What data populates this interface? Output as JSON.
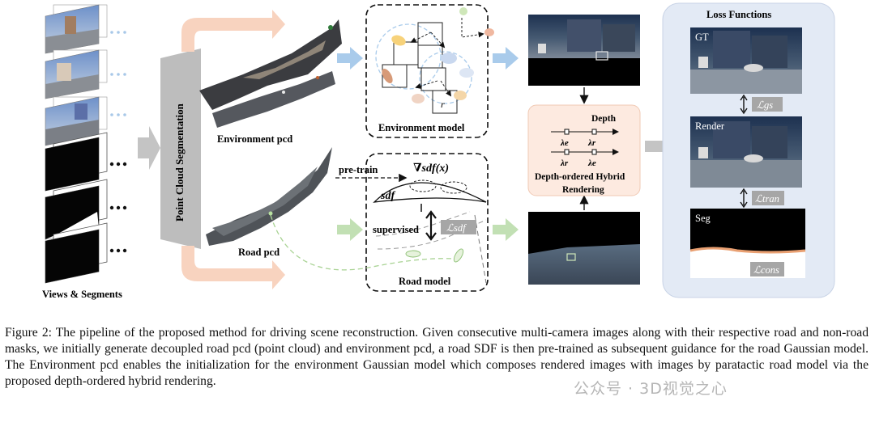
{
  "figure": {
    "views_label": "Views & Segments",
    "segmentation_label": "Point Cloud Segmentation",
    "env_pcd_label": "Environment pcd",
    "road_pcd_label": "Road pcd",
    "env_model_label": "Environment model",
    "road_model_label": "Road model",
    "r_label": "r",
    "pretrain_label": "pre-train",
    "grad_sdf_label": "∇sdf(x)",
    "sdf_label": "sdf",
    "supervised_label": "supervised",
    "l_sdf": "ℒsdf",
    "depth_label": "Depth",
    "lambda_e": "λe",
    "lambda_r": "λr",
    "hybrid_label_1": "Depth-ordered Hybrid",
    "hybrid_label_2": "Rendering",
    "loss_title": "Loss Functions",
    "gt_label": "GT",
    "render_label": "Render",
    "seg_label": "Seg",
    "l_gs": "ℒgs",
    "l_tran": "ℒtran",
    "l_cons": "ℒcons"
  },
  "caption": {
    "text": "Figure 2: The pipeline of the proposed method for driving scene reconstruction. Given consecutive multi-camera images along with their respective road and non-road masks, we initially generate decoupled road pcd (point cloud) and environment pcd, a road SDF is then pre-trained as subsequent guidance for the road Gaussian model. The Environment pcd enables the initialization for the environment Gaussian model which composes rendered images with images by paratactic road model via the proposed depth-ordered hybrid rendering."
  },
  "watermark": "公众号 · 3D视觉之心",
  "colors": {
    "peach_arrow": "#f7c9b0",
    "blue_arrow": "#9cc3e6",
    "green_arrow": "#b7d9a8",
    "grey_arrow": "#bfbfbf",
    "loss_panel": "#e4ebf6",
    "hybrid_panel": "#fde8dd",
    "loss_badge": "#a6a6a6"
  }
}
